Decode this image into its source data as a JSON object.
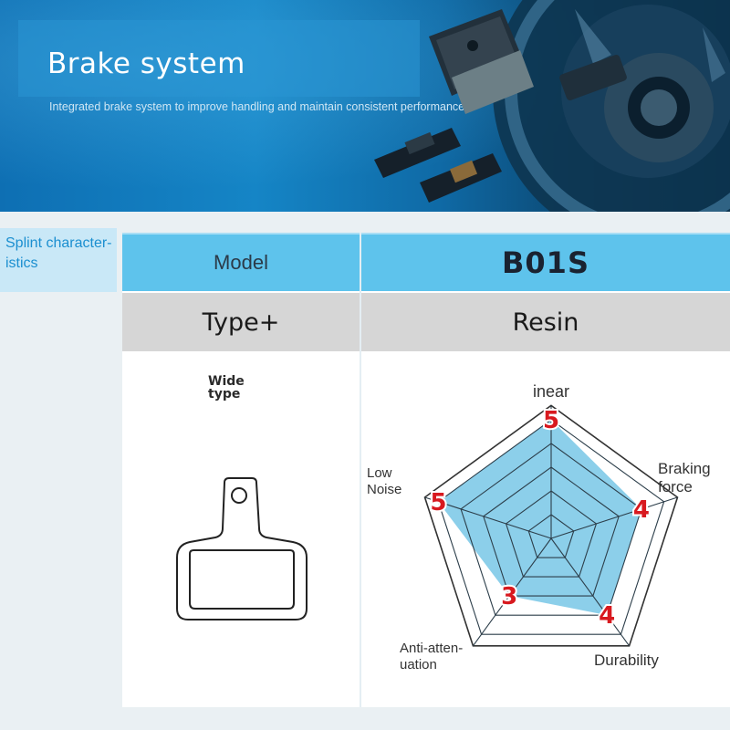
{
  "banner": {
    "title": "Brake system",
    "subtitle": "Integrated brake system to improve handling and maintain consistent performance"
  },
  "side_label": "Splint characteristics",
  "side_label_lines": [
    "Splint character-",
    "istics"
  ],
  "table": {
    "header_label": "Model",
    "model_name": "B01S",
    "type_label": "Type+",
    "material": "Resin",
    "pad_type_lines": [
      "Wide",
      "type"
    ]
  },
  "radar": {
    "axes": [
      {
        "label_lines": [
          "inear"
        ],
        "value": 5
      },
      {
        "label_lines": [
          "Braking",
          "force"
        ],
        "value": 4
      },
      {
        "label_lines": [
          "Durability"
        ],
        "value": 4
      },
      {
        "label_lines": [
          "Anti-atten-",
          "uation"
        ],
        "value": 3
      },
      {
        "label_lines": [
          "Low",
          "Noise"
        ],
        "value": 5
      }
    ],
    "max": 5,
    "levels": 5,
    "fill_color": "#8ccfea",
    "value_color": "#d8191f"
  },
  "colors": {
    "header_bg": "#5ec3ec",
    "row_bg": "#d6d6d6",
    "accent_text": "#1b8fd0"
  }
}
